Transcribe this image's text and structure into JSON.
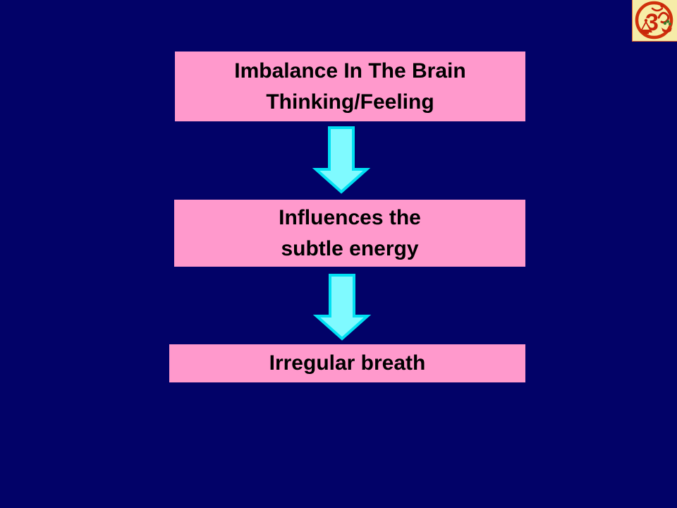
{
  "slide": {
    "background_color": "#020268",
    "box_fill_color": "#FF99CC",
    "box_text_color": "#000000",
    "arrow_fill_color": "#7FFAFF",
    "arrow_stroke_color": "#00E0F2",
    "flow": {
      "boxes": [
        {
          "id": "imbalance",
          "lines": [
            "Imbalance In The Brain",
            "Thinking/Feeling"
          ]
        },
        {
          "id": "influences",
          "lines": [
            "Influences the",
            "subtle energy"
          ]
        },
        {
          "id": "irregular",
          "lines": [
            "Irregular breath"
          ]
        }
      ]
    },
    "logo": {
      "name": "om-ayurveda-emblem",
      "background_color": "#F6ECA8",
      "ring_color": "#D0300C",
      "symbol_color": "#C8260C",
      "leaf_color": "#3A7D2C"
    }
  }
}
